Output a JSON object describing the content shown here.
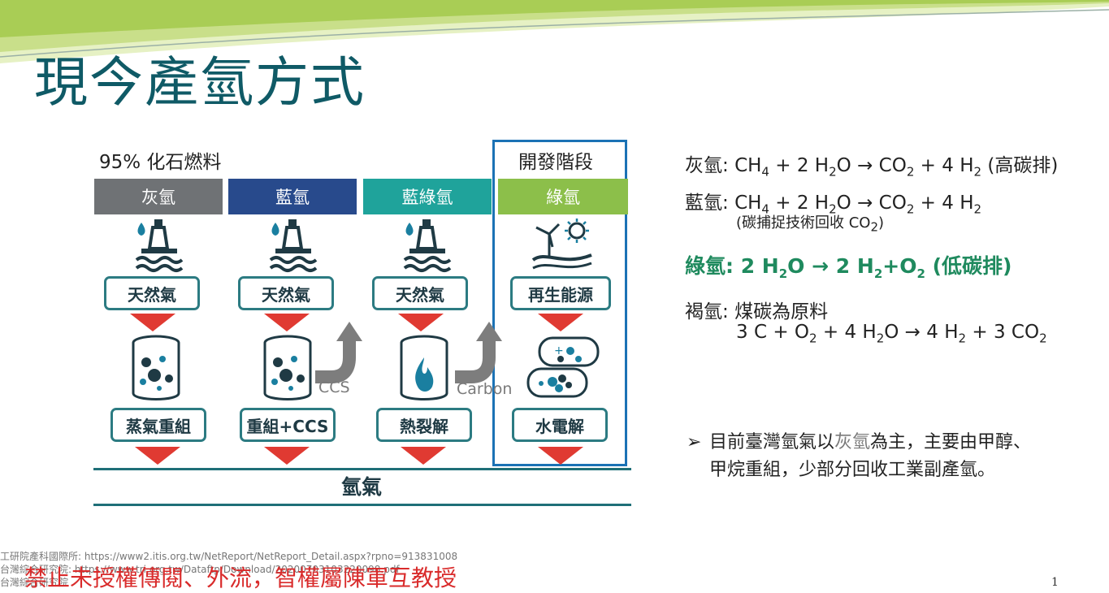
{
  "title": "現今產氫方式",
  "fossil_label": "95% 化石燃料",
  "dev_label": "開發階段",
  "columns": [
    {
      "header": "灰氫",
      "source": "天然氣",
      "process": "蒸氣重組",
      "color": "#6f7275"
    },
    {
      "header": "藍氫",
      "source": "天然氣",
      "process": "重組+CCS",
      "color": "#284a8c"
    },
    {
      "header": "藍綠氫",
      "source": "天然氣",
      "process": "熱裂解",
      "color": "#1fa39b"
    },
    {
      "header": "綠氫",
      "source": "再生能源",
      "process": "水電解",
      "color": "#8cbf4a"
    }
  ],
  "arrow_labels": {
    "ccs": "CCS",
    "carbon": "Carbon"
  },
  "hydrogen_label": "氫氣",
  "equations": {
    "gray_prefix": "灰氫: ",
    "blue_prefix": "藍氫: ",
    "blue_note": "(碳捕捉技術回收 CO",
    "green_prefix": "綠氫: ",
    "green_low": " (低碳排)",
    "brown_prefix": "褐氫: ",
    "brown_text": "煤碳為原料",
    "high_carbon": " (高碳排)"
  },
  "bullet": {
    "line1_a": "目前臺灣氫氣以",
    "line1_gray": "灰氫",
    "line1_b": "為主，主要由甲醇、",
    "line2": "甲烷重組，少部分回收工業副產氫。"
  },
  "footnotes": {
    "line1": "工研院產科國際所: https://www2.itis.org.tw/NetReport/NetReport_Detail.aspx?rpno=913831008",
    "line2": "台灣綜合研究院: https://www.tri.org.tw/Dataftp/Download/20200703103220098.pdf",
    "line3": "台灣綜合研究院"
  },
  "watermark": "禁止未授權傳閱、外流，智權屬陳軍互教授",
  "page_number": "1",
  "colors": {
    "accent_teal": "#0f5a66",
    "dev_blue": "#1b72b5",
    "red_arrow": "#e03a32",
    "green_text": "#1f8a5e"
  }
}
